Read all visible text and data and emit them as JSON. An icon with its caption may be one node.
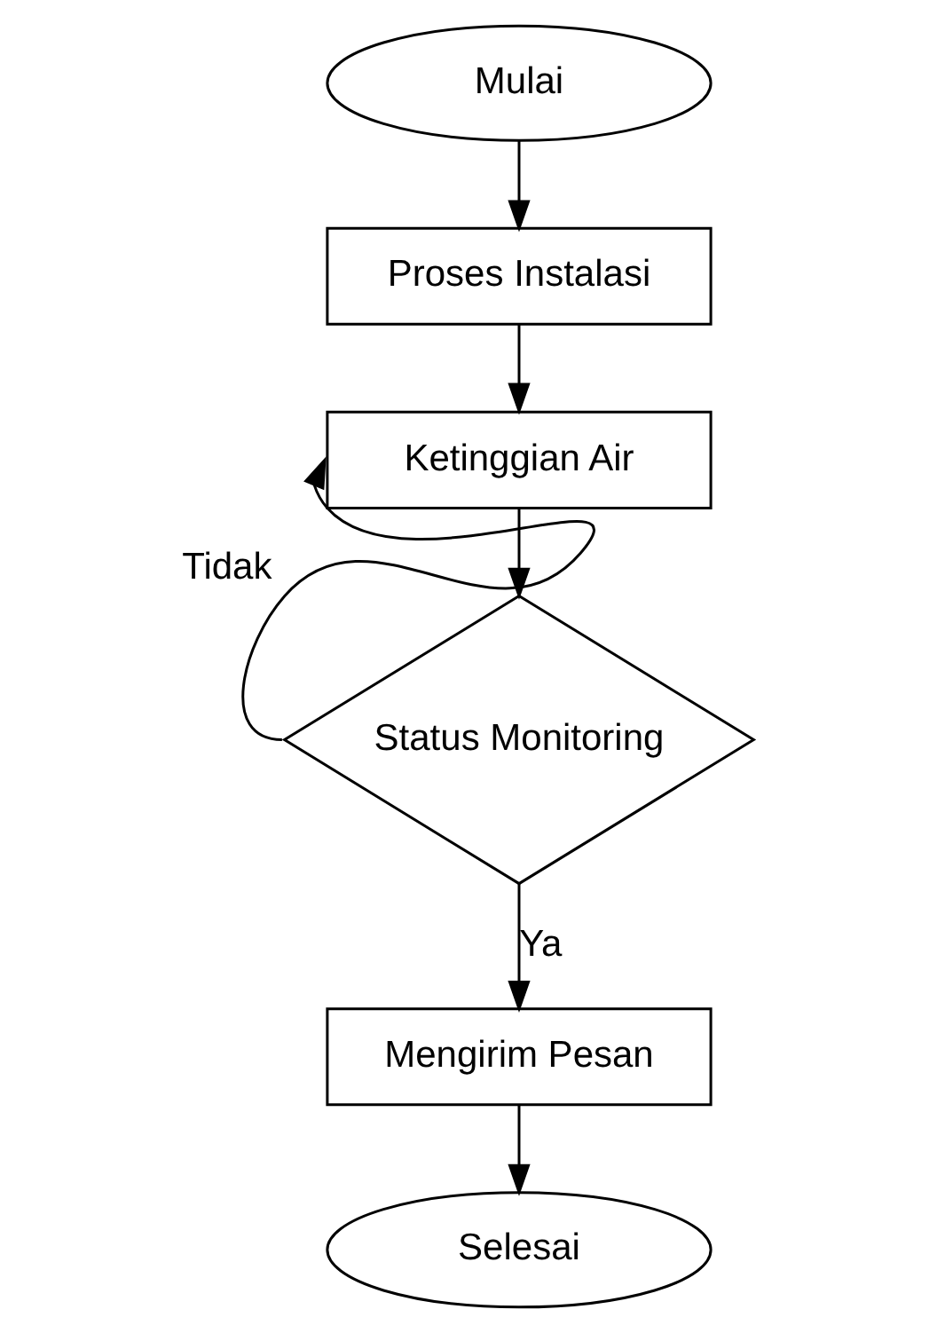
{
  "diagram": {
    "nodes": [
      {
        "text": [
          "Mulai"
        ]
      },
      {
        "text": [
          "Proses Instalasi"
        ]
      },
      {
        "text": [
          "Ketinggian Air"
        ]
      },
      {
        "text": [
          "Status Monitoring"
        ]
      },
      {
        "text": [
          "Mengirim Pesan"
        ]
      },
      {
        "text": [
          "Selesai"
        ]
      }
    ],
    "edges": [
      {
        "from": 0,
        "to": 1,
        "arrow": "to"
      },
      {
        "from": 1,
        "to": 2,
        "arrow": "to"
      },
      {
        "from": 2,
        "to": 3,
        "arrow": "to"
      },
      {
        "from": 3,
        "to": 2,
        "arrow": "to",
        "label": "Tidak"
      },
      {
        "from": 3,
        "to": 4,
        "arrow": "to",
        "label": "Ya"
      },
      {
        "from": 4,
        "to": 5,
        "arrow": "to"
      }
    ]
  }
}
